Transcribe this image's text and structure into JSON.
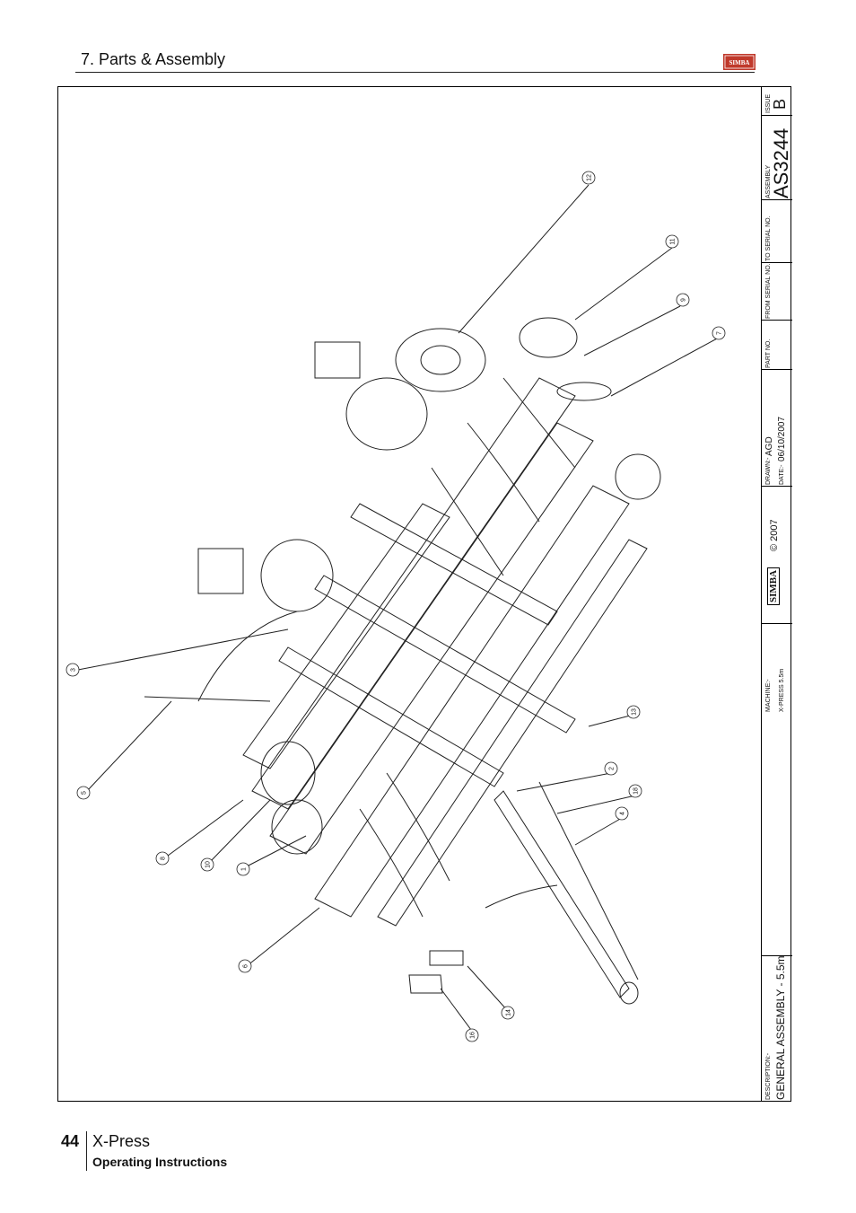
{
  "header": {
    "section_title": "7. Parts & Assembly",
    "logo_text": "SIMBA"
  },
  "title_block": {
    "description_label": "DESCRIPTION:-",
    "description": "GENERAL ASSEMBLY - 5.5m",
    "machine_label": "MACHINE:-",
    "machine": "X-PRESS 5.5m",
    "copyright": "© 2007",
    "logo_text": "SIMBA",
    "drawn_label": "DRAWN:-",
    "drawn": "AGD",
    "date_label": "DATE:-",
    "date": "06/10/2007",
    "part_no_label": "PART NO.",
    "from_serial_label": "FROM SERIAL NO.",
    "to_serial_label": "TO SERIAL NO.",
    "assembly_label": "ASSEMBLY",
    "assembly_no": "AS3244",
    "issue_label": "ISSUE",
    "issue": "B"
  },
  "callouts": [
    "12",
    "11",
    "9",
    "7",
    "3",
    "5",
    "13",
    "2",
    "18",
    "4",
    "8",
    "10",
    "1",
    "6",
    "14",
    "16"
  ],
  "footer": {
    "page_number": "44",
    "product": "X-Press",
    "subtitle": "Operating Instructions"
  },
  "colors": {
    "line": "#111111",
    "logo_red": "#c0392b"
  }
}
